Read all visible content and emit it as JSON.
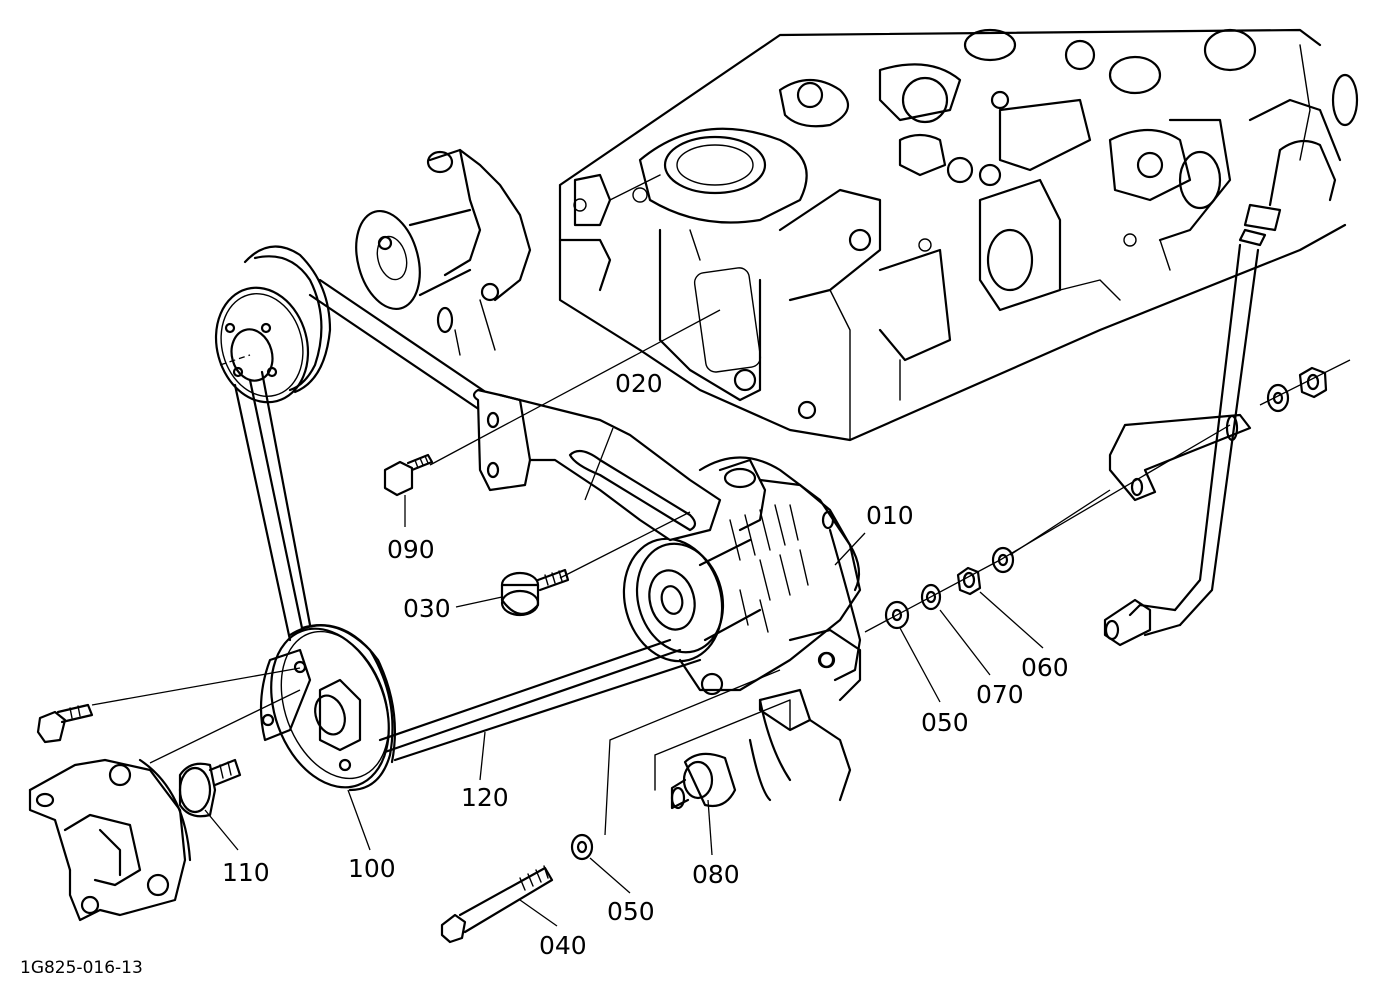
{
  "figure_code": "1G825-016-13",
  "parts": [
    {
      "id": "010",
      "label": "010"
    },
    {
      "id": "020",
      "label": "020"
    },
    {
      "id": "030",
      "label": "030"
    },
    {
      "id": "040",
      "label": "040"
    },
    {
      "id": "050a",
      "label": "050"
    },
    {
      "id": "050b",
      "label": "050"
    },
    {
      "id": "060",
      "label": "060"
    },
    {
      "id": "070",
      "label": "070"
    },
    {
      "id": "080",
      "label": "080"
    },
    {
      "id": "090",
      "label": "090"
    },
    {
      "id": "100",
      "label": "100"
    },
    {
      "id": "110",
      "label": "110"
    },
    {
      "id": "120",
      "label": "120"
    }
  ]
}
